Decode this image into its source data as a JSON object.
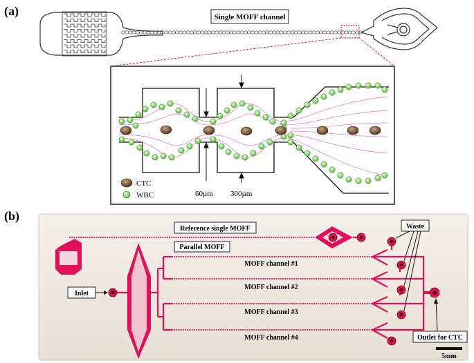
{
  "panel_a": {
    "tag": "(a)",
    "title": "Single MOFF channel",
    "legend": [
      {
        "label": "CTC",
        "color": "#6b4a2e"
      },
      {
        "label": "WBC",
        "color": "#7ad04a"
      }
    ],
    "dims": {
      "narrow": "60µm",
      "wide": "300µm"
    }
  },
  "panel_b": {
    "tag": "(b)",
    "labels": {
      "reference": "Reference single MOFF",
      "parallel": "Parallel MOFF",
      "inlet": "Inlet",
      "waste": "Waste",
      "outlet": "Outlet for CTC",
      "scale": "5mm"
    },
    "channels": [
      "MOFF channel #1",
      "MOFF channel #2",
      "MOFF channel #3",
      "MOFF channel #4"
    ]
  },
  "colors": {
    "channel": "#e0105a",
    "chip": "#efe9e0",
    "line": "#222222",
    "callout": "#d62020"
  }
}
